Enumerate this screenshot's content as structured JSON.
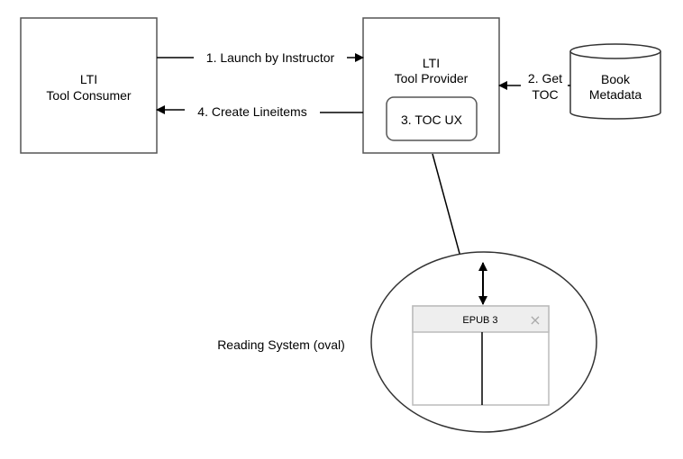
{
  "nodes": {
    "tool_consumer": {
      "line1": "LTI",
      "line2": "Tool Consumer"
    },
    "tool_provider": {
      "line1": "LTI",
      "line2": "Tool Provider"
    },
    "toc_ux": {
      "label": "3. TOC UX"
    },
    "book_metadata": {
      "line1": "Book",
      "line2": "Metadata"
    },
    "reading_system": {
      "label": "Reading System (oval)"
    },
    "epub_window": {
      "title": "EPUB 3",
      "close_glyph": "×"
    }
  },
  "edges": {
    "launch": {
      "label": "1. Launch by Instructor"
    },
    "get_toc": {
      "line1": "2. Get",
      "line2": "TOC"
    },
    "create_lineitems": {
      "label": "4. Create Lineitems"
    }
  },
  "colors": {
    "stroke": "#000000",
    "box_border": "#555555",
    "window_border": "#bbbbbb",
    "window_titlebar": "#eeeeee",
    "close_icon": "#aaaaaa"
  }
}
